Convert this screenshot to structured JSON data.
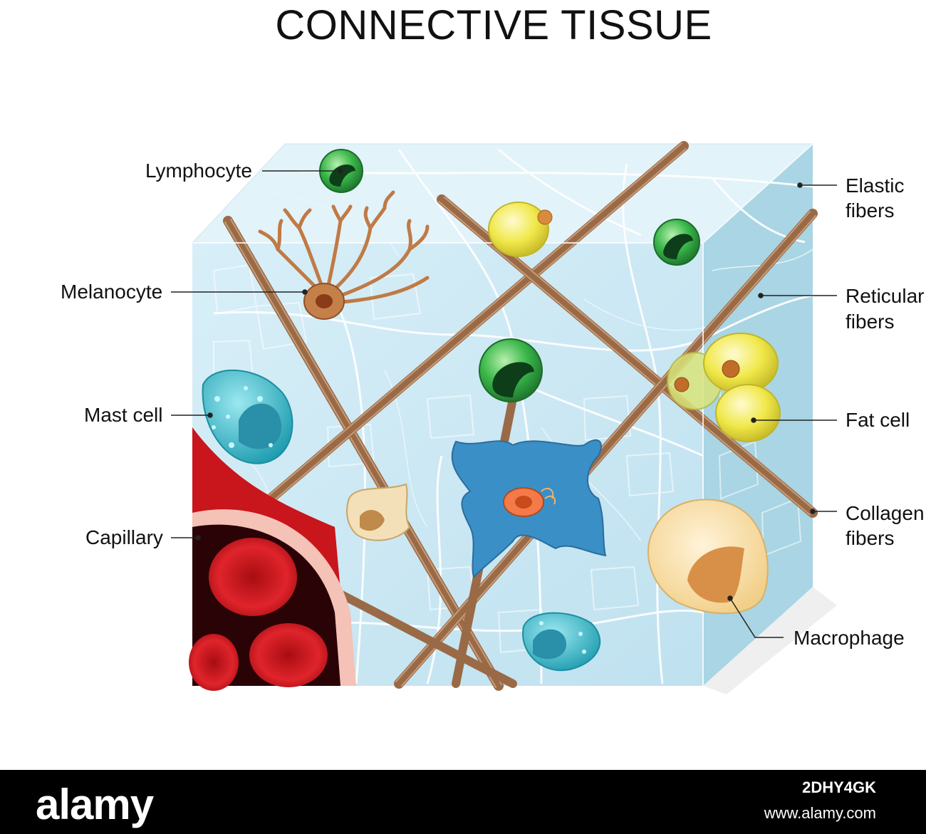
{
  "title": "CONNECTIVE TISSUE",
  "labels": {
    "lymphocyte": "Lymphocyte",
    "melanocyte": "Melanocyte",
    "mast_cell": "Mast cell",
    "capillary": "Capillary",
    "elastic_1": "Elastic",
    "elastic_2": "fibers",
    "reticular_1": "Reticular",
    "reticular_2": "fibers",
    "fat_cell": "Fat cell",
    "collagen_1": "Collagen",
    "collagen_2": "fibers",
    "macrophage": "Macrophage"
  },
  "footer": {
    "logo": "alamy",
    "image_id": "2DHY4GK",
    "url": "www.alamy.com"
  },
  "colors": {
    "tissue_front": "#cfe9f5",
    "tissue_top": "#dff1f8",
    "tissue_side": "#9ecfe0",
    "collagen": "#a0714f",
    "blood": "#c8151b",
    "lymphocyte": "#2ea44a",
    "mast_cell": "#3ab6c7",
    "fat_cell": "#f0ea5a",
    "macrophage": "#f7dfa9",
    "fibroblast": "#3b93c8"
  }
}
